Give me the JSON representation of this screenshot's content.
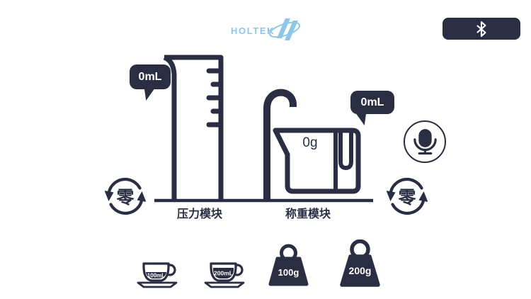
{
  "colors": {
    "ink": "#2b2d42",
    "logo_blue": "#8CC6E8",
    "background": "#ffffff"
  },
  "header": {
    "logo_text": "HOLTEK"
  },
  "pressure_module": {
    "bubble_value": "0mL",
    "label": "压力模块",
    "zero_label": "零"
  },
  "weighing_module": {
    "bubble_value": "0mL",
    "cup_value": "0g",
    "label": "称重模块",
    "zero_label": "零"
  },
  "presets": {
    "cups": [
      {
        "label": "100mL"
      },
      {
        "label": "200mL"
      }
    ],
    "weights": [
      {
        "label": "100g"
      },
      {
        "label": "200g"
      }
    ]
  }
}
